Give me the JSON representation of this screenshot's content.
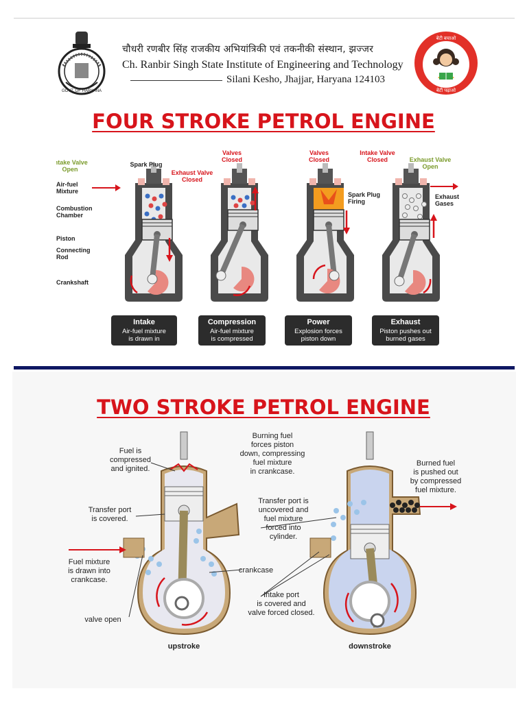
{
  "header": {
    "institute_hindi": "चौधरी रणबीर सिंह राजकीय अभियांत्रिकी एवं तकनीकी संस्थान, झज्जर",
    "institute_english": "Ch. Ranbir Singh State Institute of Engineering and Technology",
    "address": "Silani Kesho, Jhajjar, Haryana 124103",
    "left_logo": "state-emblem-seal",
    "right_logo": "beti-bachao-beti-padhao-logo",
    "seal_text": "GOVT. OF HARYANA",
    "right_logo_top": "बेटी बचाओ",
    "right_logo_bottom": "बेटी पढ़ाओ"
  },
  "four_stroke": {
    "title": "FOUR STROKE PETROL ENGINE",
    "part_labels": {
      "intake_valve_open": [
        "Intake Valve",
        "Open"
      ],
      "spark_plug": "Spark Plug",
      "exhaust_valve_closed": [
        "Exhaust Valve",
        "Closed"
      ],
      "air_fuel_mixture": [
        "Air-fuel",
        "Mixture"
      ],
      "combustion_chamber": [
        "Combustion",
        "Chamber"
      ],
      "piston": "Piston",
      "connecting_rod": [
        "Connecting",
        "Rod"
      ],
      "crankshaft": "Crankshaft",
      "valves_closed": [
        "Valves",
        "Closed"
      ],
      "spark_plug_firing": [
        "Spark Plug",
        "Firing"
      ],
      "intake_valve_closed": [
        "Intake Valve",
        "Closed"
      ],
      "exhaust_valve_open": [
        "Exhaust Valve",
        "Open"
      ],
      "exhaust_gases": [
        "Exhaust",
        "Gases"
      ]
    },
    "strokes": [
      {
        "name": "Intake",
        "desc": [
          "Air-fuel mixture",
          "is drawn in"
        ]
      },
      {
        "name": "Compression",
        "desc": [
          "Air-fuel mixture",
          "is compressed"
        ]
      },
      {
        "name": "Power",
        "desc": [
          "Explosion forces",
          "piston down"
        ]
      },
      {
        "name": "Exhaust",
        "desc": [
          "Piston pushes out",
          "burned gases"
        ]
      }
    ]
  },
  "two_stroke": {
    "title": "TWO STROKE PETROL ENGINE",
    "labels": {
      "fuel_compressed": [
        "Fuel is",
        "compressed",
        "and ignited."
      ],
      "burning_fuel": [
        "Burning fuel",
        "forces piston",
        "down, compressing",
        "fuel mixture",
        "in crankcase."
      ],
      "burned_fuel": [
        "Burned fuel",
        "is pushed out",
        "by compressed",
        "fuel mixture."
      ],
      "transfer_covered": [
        "Transfer port",
        "is covered."
      ],
      "transfer_uncovered": [
        "Transfer port is",
        "uncovered and",
        "fuel mixture",
        "forced into",
        "cylinder."
      ],
      "fuel_mixture_drawn": [
        "Fuel mixture",
        "is drawn into",
        "crankcase."
      ],
      "crankcase": "crankcase",
      "intake_port": [
        "Intake port",
        "is covered and",
        "valve forced closed."
      ],
      "valve_open": "valve open",
      "upstroke": "upstroke",
      "downstroke": "downstroke"
    }
  },
  "colors": {
    "title_red": "#d7141b",
    "divider_navy": "#0f1863",
    "caption_box": "#2c2c2c",
    "engine_body": "#c8a878",
    "engine_outline": "#7a5a30",
    "crank_pink": "#e88880"
  }
}
